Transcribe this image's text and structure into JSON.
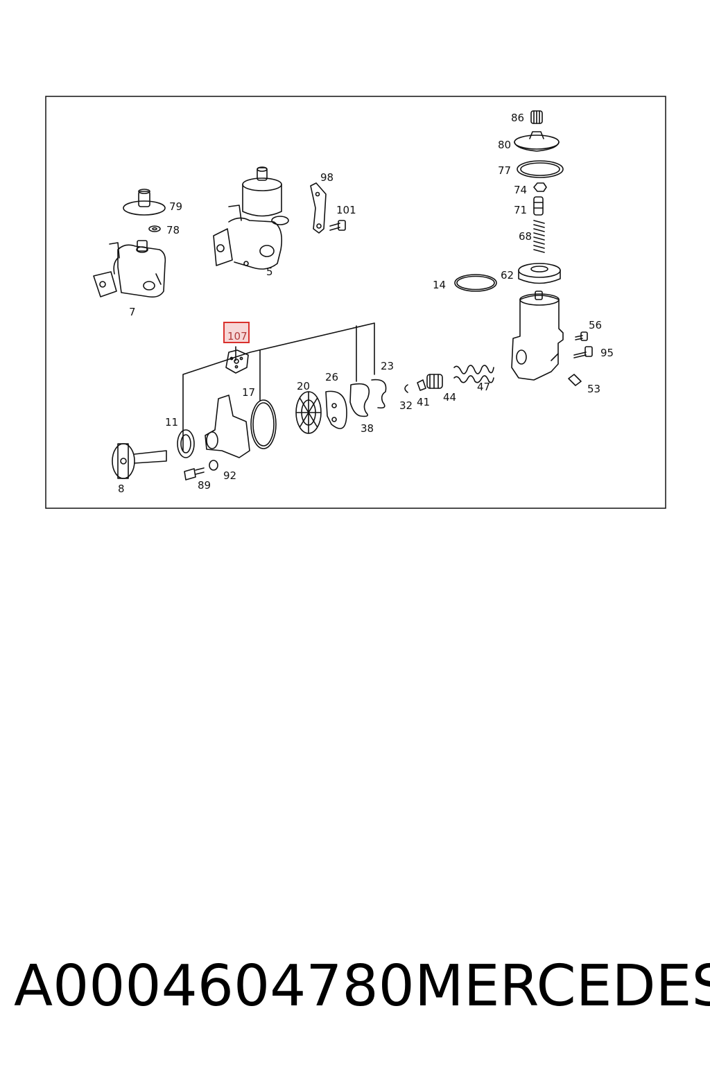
{
  "diagram": {
    "callouts": [
      "86",
      "80",
      "77",
      "74",
      "71",
      "68",
      "62",
      "14",
      "79",
      "78",
      "7",
      "98",
      "101",
      "5",
      "107",
      "56",
      "95",
      "53",
      "23",
      "26",
      "20",
      "17",
      "11",
      "8",
      "89",
      "92",
      "38",
      "32",
      "41",
      "44",
      "47"
    ],
    "highlighted_callout": "107",
    "colors": {
      "highlight_border": "#d9302c",
      "highlight_fill": "#f7d7d7",
      "highlight_text": "#b03a3a",
      "line": "#111111"
    }
  },
  "footer": {
    "part_number": "A0004604780",
    "brand": "MERCEDES"
  }
}
